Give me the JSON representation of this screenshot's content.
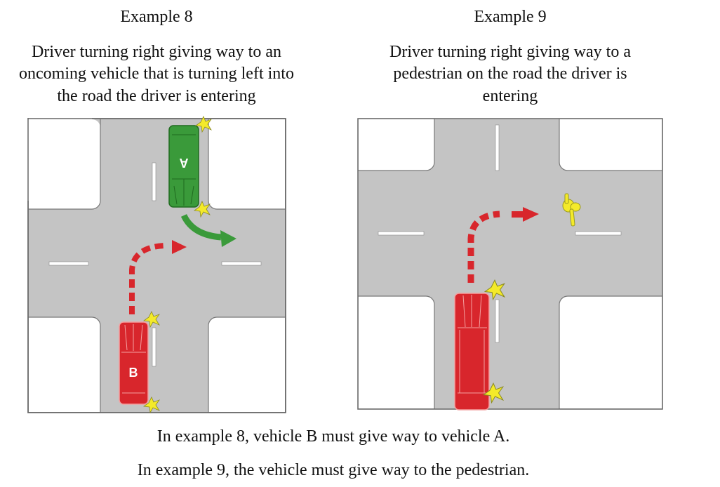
{
  "example8": {
    "heading": "Example 8",
    "caption_lines": [
      "Driver turning right giving way to an",
      "oncoming vehicle that is turning left into",
      "the road the driver is entering"
    ],
    "vehicle_a_label": "A",
    "vehicle_b_label": "B"
  },
  "example9": {
    "heading": "Example 9",
    "caption_lines": [
      "Driver turning right giving way to a",
      "pedestrian on the road the driver is",
      "entering"
    ]
  },
  "footer": {
    "line1": "In example 8, vehicle B must give way to vehicle A.",
    "line2": "In example 9, the vehicle must give way to the pedestrian."
  },
  "colors": {
    "road": "#c4c4c4",
    "red_vehicle": "#d8262c",
    "green_vehicle": "#3a9a3a",
    "indicator": "#f4ea2a"
  }
}
